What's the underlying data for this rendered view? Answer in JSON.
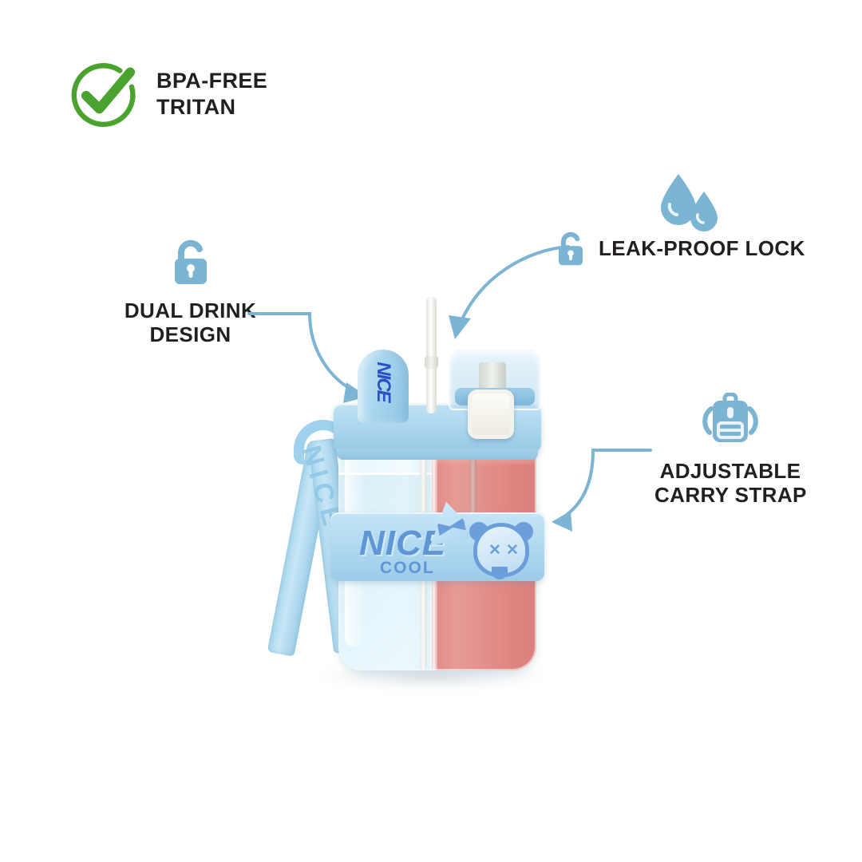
{
  "background_color": "#ffffff",
  "accent_blue": "#7cb4d4",
  "badge_green": "#4ba32f",
  "text_color": "#231f20",
  "features": {
    "bpa": {
      "icon": "check-circle-icon",
      "line1": "BPA-FREE",
      "line2": "TRITAN"
    },
    "dual_drink": {
      "icon": "padlock-icon",
      "line1": "DUAL DRINK",
      "line2": "DESIGN"
    },
    "leak_proof": {
      "icon": "padlock-icon",
      "drops_icon": "water-drops-icon",
      "label": "LEAK-PROOF LOCK"
    },
    "carry_strap": {
      "icon": "backpack-icon",
      "line1": "ADJUSTABLE",
      "line2": "CARRY STRAP"
    }
  },
  "product": {
    "name": "dual-chamber-kids-water-bottle",
    "strap_text": "NICE",
    "cap_mark": "NICE",
    "band_brand": "NICE",
    "band_sub": "COOL",
    "left_chamber_contents": "water",
    "right_chamber_contents": "pink juice",
    "colors": {
      "lid_blue": "#a8d4ec",
      "band_blue": "#aed8ef",
      "juice_pink": "#e08a87",
      "logo_blue": "#5e96d6",
      "cap_mark_blue": "#2c4fc7"
    }
  }
}
